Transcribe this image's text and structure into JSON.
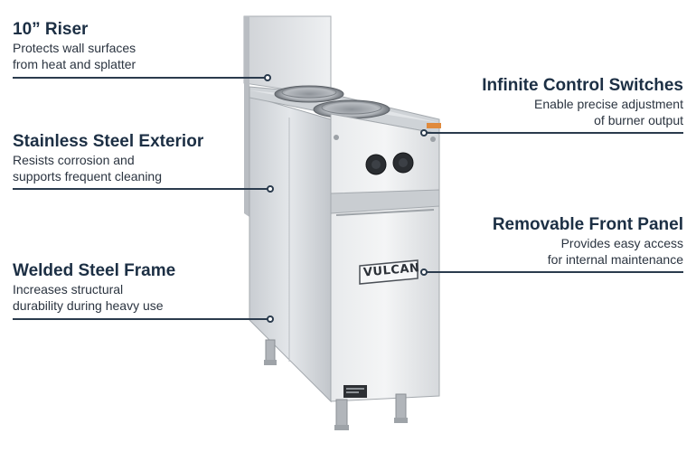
{
  "callouts": {
    "riser": {
      "title": "10” Riser",
      "desc": [
        "Protects wall surfaces",
        "from heat and splatter"
      ]
    },
    "exterior": {
      "title": "Stainless Steel Exterior",
      "desc": [
        "Resists corrosion and",
        "supports frequent cleaning"
      ]
    },
    "frame": {
      "title": "Welded Steel Frame",
      "desc": [
        "Increases structural",
        "durability during heavy use"
      ]
    },
    "controls": {
      "title": "Infinite Control Switches",
      "desc": [
        "Enable precise adjustment",
        "of burner output"
      ]
    },
    "panel": {
      "title": "Removable Front Panel",
      "desc": [
        "Provides easy access",
        "for internal maintenance"
      ]
    }
  },
  "product": {
    "brand": "VULCAN"
  },
  "colors": {
    "title": "#1c2f44",
    "line": "#2b3b4d",
    "steel": "#d9dde1"
  }
}
